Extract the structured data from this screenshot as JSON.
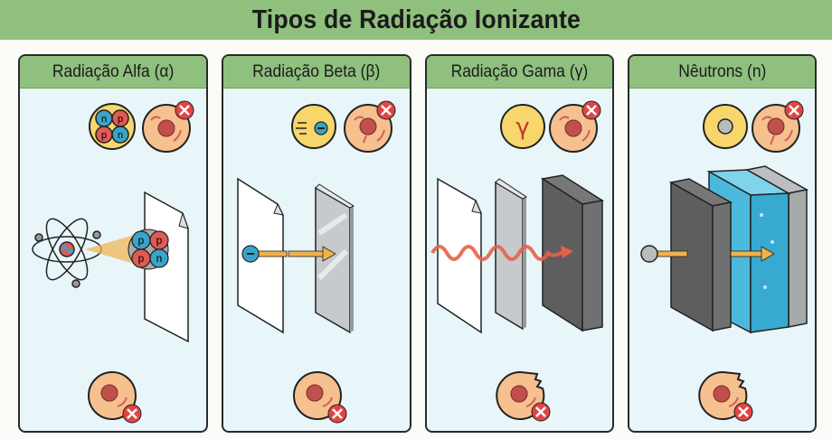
{
  "title": "Tipos de Radiação Ionizante",
  "colors": {
    "header_green": "#8fc07e",
    "panel_bg": "#e8f6fa",
    "proton_red": "#e05a55",
    "neutron_blue": "#3aa3c8",
    "arrow_orange": "#f2b24a",
    "wave_red": "#e8604a",
    "cross_red": "#e04545",
    "cell_fill": "#f6c08f"
  },
  "panels": [
    {
      "title": "Radiação Alfa (α)",
      "particle_icon": "alpha-particle-icon",
      "particle_labels": [
        "n",
        "p",
        "p",
        "n"
      ],
      "beam_particle_labels": [
        "p",
        "p",
        "p",
        "n"
      ],
      "barriers": [
        "paper"
      ],
      "stopped_by": "paper",
      "top_cell": "damaged-cell-icon",
      "bottom_cell": "intact-cell-with-x-icon"
    },
    {
      "title": "Radiação Beta (β)",
      "particle_icon": "electron-icon",
      "particle_symbol": "−",
      "barriers": [
        "paper",
        "glass"
      ],
      "stopped_by": "glass",
      "top_cell": "damaged-cell-icon",
      "bottom_cell": "intact-cell-with-x-icon"
    },
    {
      "title": "Radiação Gama (γ)",
      "particle_icon": "gamma-icon",
      "particle_symbol": "γ",
      "barriers": [
        "paper",
        "glass",
        "lead"
      ],
      "stopped_by": "lead",
      "top_cell": "damaged-cell-icon",
      "bottom_cell": "broken-cell-with-x-icon"
    },
    {
      "title": "Nêutrons (n)",
      "particle_icon": "neutron-icon",
      "barriers": [
        "lead",
        "water",
        "concrete"
      ],
      "stopped_by": "water",
      "top_cell": "damaged-cell-icon",
      "bottom_cell": "broken-cell-with-x-icon"
    }
  ]
}
